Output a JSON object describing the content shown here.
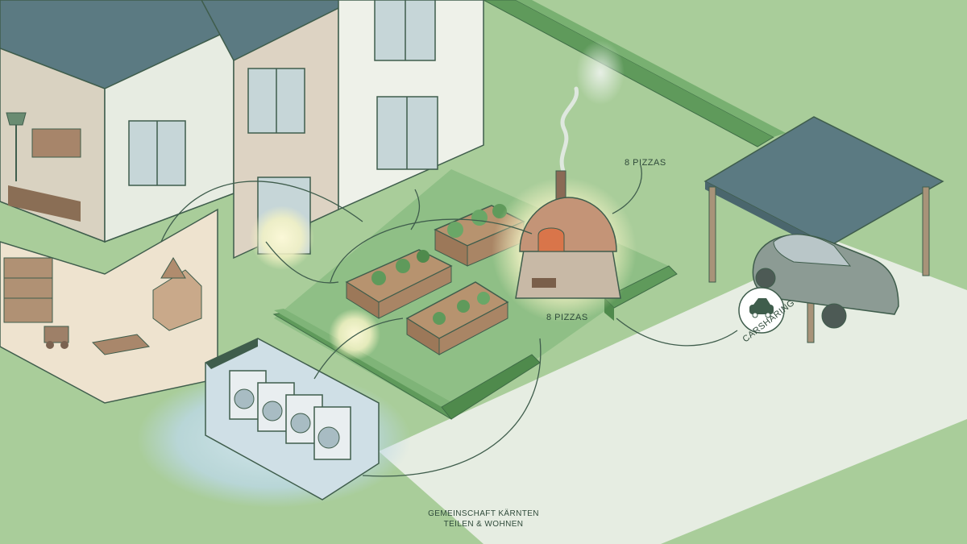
{
  "labels": {
    "oven_top": "8 PIZZAS",
    "oven_bottom": "8 PIZZAS",
    "carsharing": "CARSHARING"
  },
  "caption": {
    "line1": "GEMEINSCHAFT KÄRNTEN",
    "line2": "TEILEN & WOHNEN"
  },
  "colors": {
    "lawn": "#a9cd9a",
    "paving": "#e6ede2",
    "roof": "#5b7a82",
    "hedge": "#5f9a5b",
    "oven": "#c49477",
    "glow": "#f3f2c4",
    "laundry_glow": "#bcd8e6",
    "line": "#3f5d4c"
  },
  "icons": [
    "car-icon"
  ]
}
